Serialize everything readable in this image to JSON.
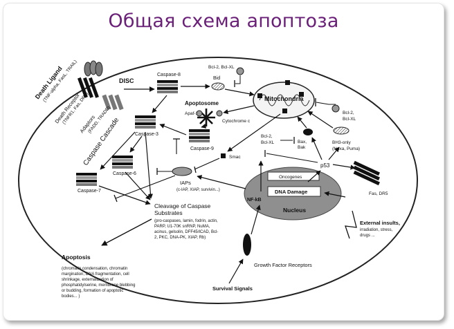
{
  "slide": {
    "title": "Общая схема апоптоза"
  },
  "diagram": {
    "death_ligand": {
      "title": "Death Ligand",
      "sub": "(TNF-alpha, FasL, TRAIL)"
    },
    "death_receptor": {
      "title": "Death Receptor",
      "sub": "(TNFR1, Fas, DR5)"
    },
    "adaptors": {
      "title": "Adaptors",
      "sub": "(FADD, TRADD)"
    },
    "disc": "DISC",
    "caspase8": "Caspase-8",
    "bid": "Bid",
    "bcl2_bclxl_top": "Bcl-2, Bcl-XL",
    "mitochondria": "Mitochondria",
    "apoptosome": "Apoptosome",
    "apaf1": "Apaf-1",
    "cytochrome_c": "Cytochrome c",
    "caspase_cascade": "Caspase Cascade",
    "caspase3": "Caspase-3",
    "caspase9": "Caspase-9",
    "caspase6": "Caspase-6",
    "caspase7": "Caspase-7",
    "smac": "Smac",
    "bcl2_bclxl_mid": [
      "Bcl-2,",
      "Bcl-XL"
    ],
    "bax_bak": [
      "Bax,",
      "Bak"
    ],
    "bcl2_bclxl_right": [
      "Bcl-2,",
      "Bcl-XL"
    ],
    "bh3_only": [
      "BH3-only",
      "(Noxa, Puma)"
    ],
    "p53": "p53",
    "iaps": {
      "title": "IAPs",
      "sub": "(c-IAP, XIAP, survivin...)"
    },
    "cleavage": {
      "title": [
        "Cleavage of Caspase",
        "Substrates"
      ],
      "sub": [
        "(pro-caspases, lamin, fodrin, actin,",
        "PARP, U1-70K snRNP, NuMA,",
        "acinus, gelsolin, DFF45/ICAD, Bcl-",
        "2, PKC, DNA-PK, XIAP, Rb)"
      ]
    },
    "oncogenes": "Oncogenes",
    "dna_damage": "DNA Damage",
    "nucleus": "Nucleus",
    "nfkb": "NF-kB",
    "fas_dr5": "Fas, DR5",
    "external_insults": {
      "title": "External insults,",
      "sub": [
        "irradiation, stress,",
        "drugs ..."
      ]
    },
    "apoptosis": {
      "title": "Apoptosis",
      "sub": [
        "(chromatin condensation, chromatin",
        "margination, DNA fragmentation, cell",
        "shrinkage, externalization of",
        "phosphatidylserine, membrane blebbing",
        "or budding, formation of apoptotic",
        "bodies... )"
      ]
    },
    "growth_factor_receptors": "Growth Factor Receptors",
    "survival_signals": "Survival Signals"
  }
}
